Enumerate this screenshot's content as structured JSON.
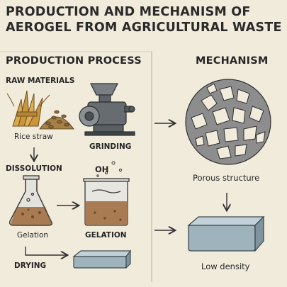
{
  "title": {
    "line1": "PRODUCTION AND MECHANISM OF",
    "line2": "AEROGEL FROM AGRICULTURAL WASTE"
  },
  "production": {
    "header": "PRODUCTION PROCESS",
    "raw_materials": "RAW MATERIALS",
    "rice_straw": "Rice straw",
    "grinding": "GRINDING",
    "dissolution": "DISSOLUTION",
    "oh_label": "OH",
    "gelation_1": "Gelation",
    "gelation_2": "GELATION",
    "drying": "DRYING"
  },
  "mechanism": {
    "header": "MECHANISM",
    "porous": "Porous structure",
    "low_density": "Low density"
  },
  "colors": {
    "background": "#f1ebdc",
    "straw": "#d2a24c",
    "liquid": "#a97b52",
    "aerogel": "#9fb3bd",
    "foam": "#8d8d8d",
    "machine": "#666c70"
  }
}
